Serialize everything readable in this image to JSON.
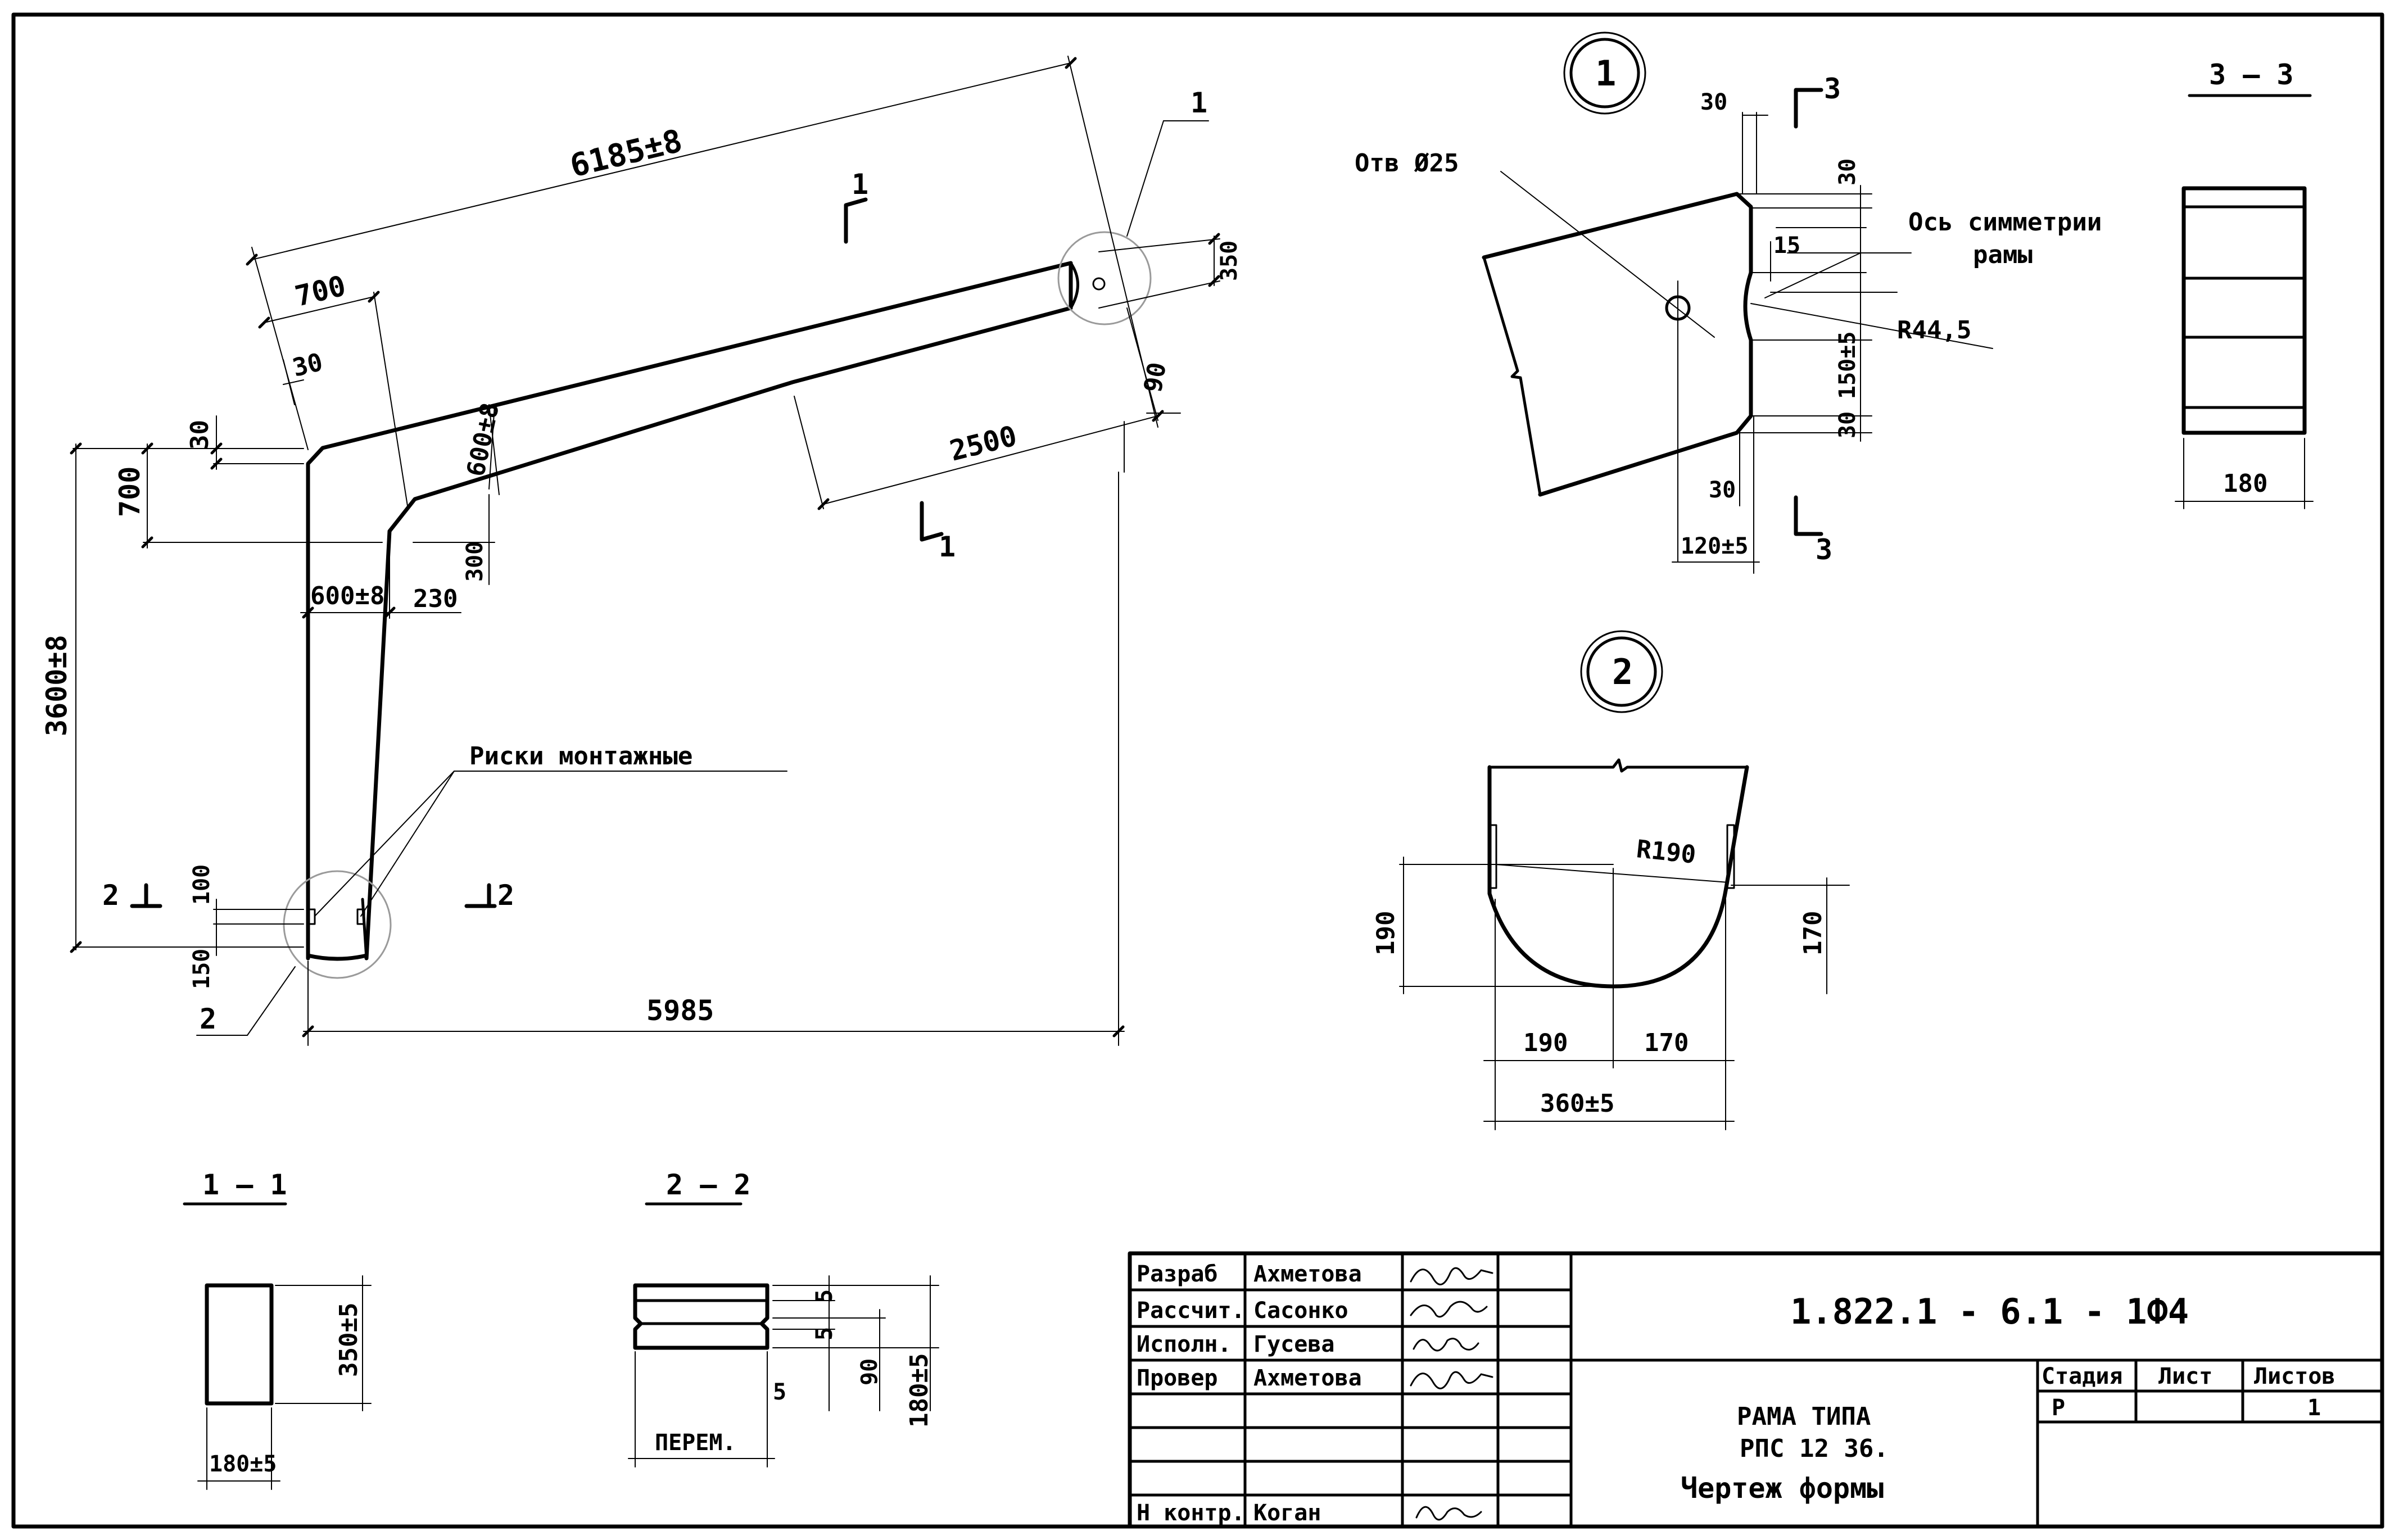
{
  "elevation": {
    "dim_top_length": "6185±8",
    "dim_700_top": "700",
    "dim_30_top": "30",
    "dim_30_left": "30",
    "dim_700_left": "700",
    "dim_3600": "3600±8",
    "dim_600_8_bottom": "600±8",
    "dim_230": "230",
    "dim_300": "300",
    "dim_600_8_diag": "600±8",
    "dim_2500": "2500",
    "dim_350": "350",
    "dim_90": "90",
    "dim_100": "100",
    "dim_150": "150",
    "dim_5985": "5985",
    "note_marks": "Риски монтажные",
    "callout_1": "1",
    "callout_2": "2",
    "section_1_upper": "1",
    "section_1_lower": "1",
    "section_2_left": "2",
    "section_2_right": "2"
  },
  "detail_1": {
    "number": "1",
    "hole": "Отв Ø25",
    "axis_line1": "Ось симметрии",
    "axis_line2": "рамы",
    "radius": "R44,5",
    "dim_30_top": "30",
    "dim_30_right_top": "30",
    "dim_15": "15",
    "dim_150": "150±5",
    "dim_30_right_bottom": "30",
    "dim_30_bottom": "30",
    "dim_120": "120±5",
    "section_3_top": "3",
    "section_3_bottom": "3"
  },
  "detail_2": {
    "number": "2",
    "radius": "R190",
    "dim_190_left": "190",
    "dim_170_right": "170",
    "dim_190_bottom": "190",
    "dim_170_bottom": "170",
    "dim_360": "360±5"
  },
  "section_3_3": {
    "title": "3 — 3",
    "dim_180": "180"
  },
  "section_1_1": {
    "title": "1 — 1",
    "dim_350": "350±5",
    "dim_180": "180±5"
  },
  "section_2_2": {
    "title": "2 — 2",
    "dim_5_a": "5",
    "dim_5_b": "5",
    "dim_5_c": "5",
    "dim_90": "90",
    "dim_180": "180±5",
    "variable": "ПЕРЕМ."
  },
  "title_block": {
    "roles": [
      "Разраб",
      "Рассчит.",
      "Исполн.",
      "Провер",
      "",
      "",
      "Н контр."
    ],
    "names": [
      "Ахметова",
      "Сасонко",
      "Гусева",
      "Ахметова",
      "",
      "",
      "Коган"
    ],
    "designation": "1.822.1 - 6.1 - 1Ф4",
    "stage_header": "Стадия",
    "sheet_header": "Лист",
    "sheets_header": "Листов",
    "stage_value": "Р",
    "sheet_value": "",
    "sheets_value": "1",
    "title_line1": "РАМА ТИПА",
    "title_line2": "РПС 12 36.",
    "title_line3": "Чертеж формы"
  }
}
